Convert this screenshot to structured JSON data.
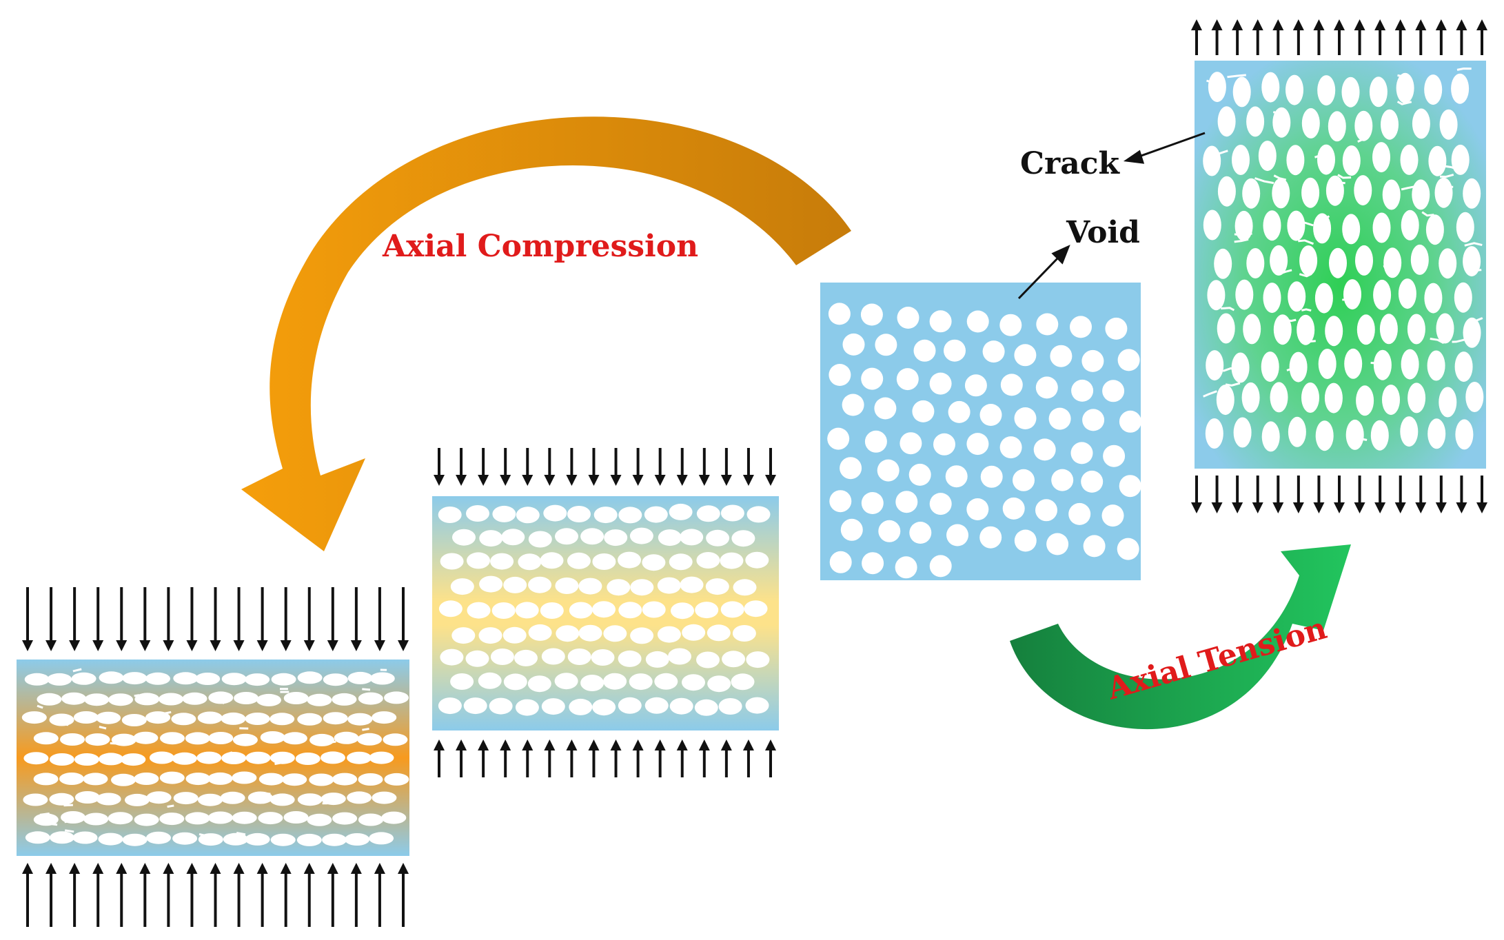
{
  "labels": {
    "axial_compression": "Axial Compression",
    "axial_tension": "Axial Tension",
    "void": "Void",
    "crack": "Crack"
  },
  "colors": {
    "matrix_blue": "#8ccbea",
    "compression_orange": "#f79a1e",
    "compression_yellow": "#fde28a",
    "tension_green": "#2fcf55",
    "compression_arrow": "#f59e0b",
    "compression_arrow_dark": "#c77c0a",
    "tension_arrow": "#16a34a",
    "tension_arrow_dark": "#15803d",
    "label_red": "#e01b1b",
    "force_arrow": "#111111"
  },
  "states": [
    {
      "id": "original",
      "load": "none",
      "icon": "void-matrix-icon"
    },
    {
      "id": "moderate-compression",
      "load": "compression",
      "icon": "compressed-voids-icon"
    },
    {
      "id": "heavy-compression",
      "load": "compression",
      "icon": "heavily-compressed-voids-icon"
    },
    {
      "id": "tension",
      "load": "tension",
      "icon": "stretched-voids-cracks-icon"
    }
  ]
}
